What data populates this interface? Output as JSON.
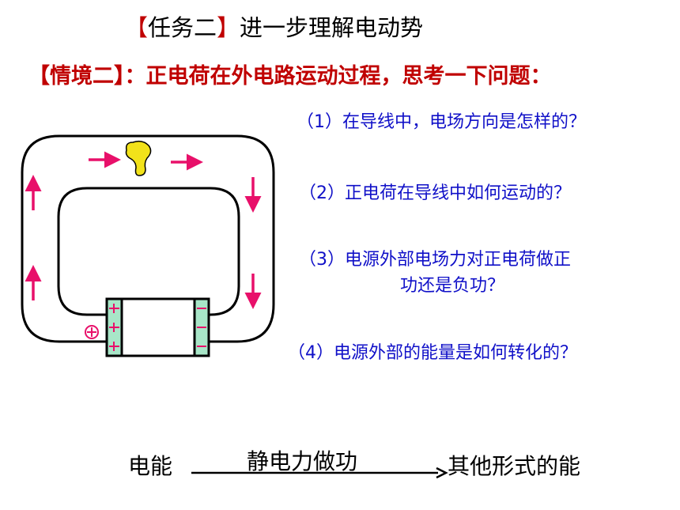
{
  "title": {
    "bracket_open": "【",
    "bracket_label": "任务二",
    "bracket_close": "】",
    "text": "进一步理解电动势"
  },
  "scenario": {
    "text": "【情境二】：正电荷在外电路运动过程，思考一下问题："
  },
  "questions": [
    {
      "text": "（1）在导线中，电场方向是怎样的？"
    },
    {
      "text": "（2）正电荷在导线中如何运动的？"
    },
    {
      "text": "（3）电源外部电场力对正电荷做正"
    },
    {
      "text": "功还是负功？"
    },
    {
      "text": "（4）电源外部的能量是如何转化的？"
    }
  ],
  "conversion": {
    "from": "电能",
    "process": "静电力做功",
    "to": "其他形式的能"
  },
  "colors": {
    "arrow": "#E8106A",
    "question": "#1010C8",
    "title_bracket": "#C00000",
    "battery": "#A8E6C8",
    "charge": "#F2E21A"
  }
}
